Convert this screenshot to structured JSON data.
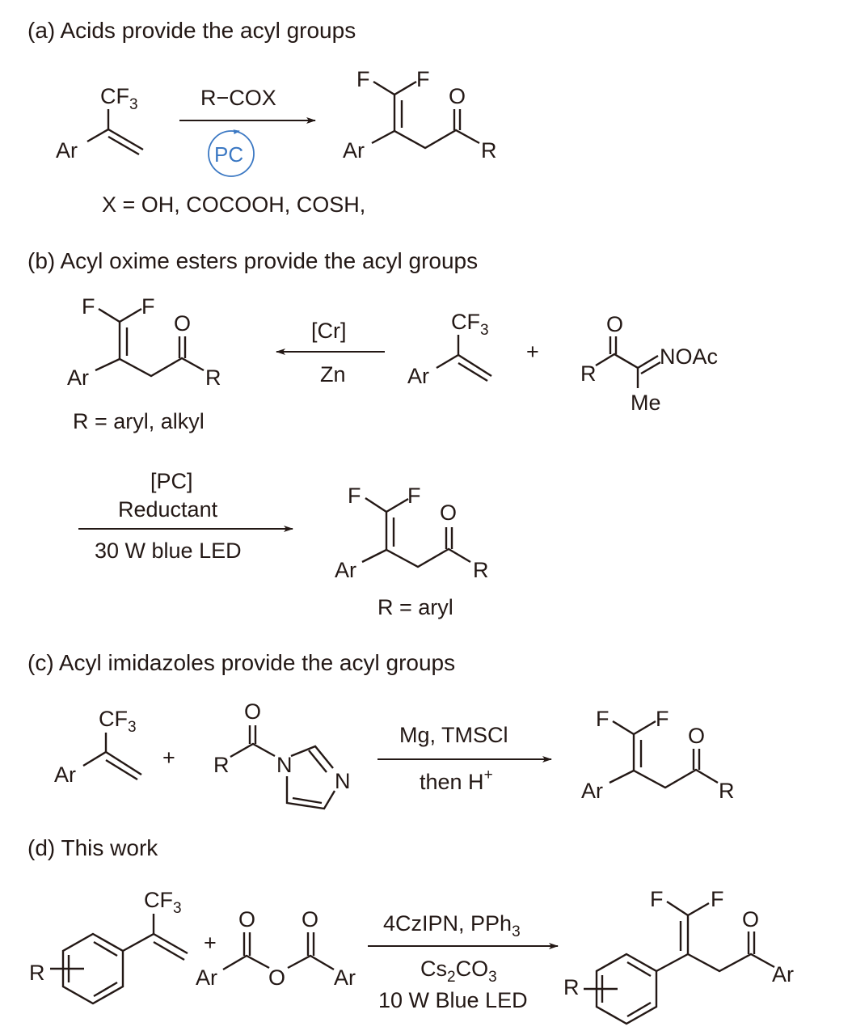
{
  "panels": {
    "a": {
      "title": "(a) Acids provide the acyl groups",
      "substrate": {
        "group": "Ar",
        "cf3": "CF",
        "cf3_sub": "3"
      },
      "reagent": "R−COX",
      "catalyst": "PC",
      "product": {
        "f1": "F",
        "f2": "F",
        "o": "O",
        "ar": "Ar",
        "r": "R"
      },
      "note": "X = OH, COCOOH, COSH,"
    },
    "b": {
      "title": "(b) Acyl oxime esters provide the acyl groups",
      "product": {
        "f1": "F",
        "f2": "F",
        "o": "O",
        "ar": "Ar",
        "r": "R"
      },
      "product_note": "R = aryl, alkyl",
      "above_arrow": "[Cr]",
      "below_arrow": "Zn",
      "substrate": {
        "group": "Ar",
        "cf3": "CF",
        "cf3_sub": "3"
      },
      "plus": "+",
      "oxime": {
        "o": "O",
        "r": "R",
        "noac": "NOAc",
        "me": "Me"
      },
      "second": {
        "cond1": "[PC]",
        "cond2": "Reductant",
        "cond3": "30 W blue LED",
        "product": {
          "f1": "F",
          "f2": "F",
          "o": "O",
          "ar": "Ar",
          "r": "R"
        },
        "product_note": "R = aryl"
      }
    },
    "c": {
      "title": "(c) Acyl imidazoles provide the acyl groups",
      "substrate": {
        "group": "Ar",
        "cf3": "CF",
        "cf3_sub": "3"
      },
      "plus": "+",
      "imidazole": {
        "o": "O",
        "r": "R",
        "n1": "N",
        "n2": "N"
      },
      "above_arrow": "Mg, TMSCl",
      "below_arrow": "then H",
      "below_arrow_sup": "+",
      "product": {
        "f1": "F",
        "f2": "F",
        "o": "O",
        "ar": "Ar",
        "r": "R"
      }
    },
    "d": {
      "title": "(d) This work",
      "substrate": {
        "r": "R",
        "cf3": "CF",
        "cf3_sub": "3"
      },
      "plus": "+",
      "anhydride": {
        "o1": "O",
        "o2": "O",
        "o_bridge": "O",
        "ar1": "Ar",
        "ar2": "Ar"
      },
      "cond1": "4CzIPN, PPh",
      "cond1_sub": "3",
      "cond2_a": "Cs",
      "cond2_sub1": "2",
      "cond2_b": "CO",
      "cond2_sub2": "3",
      "cond3": "10 W Blue LED",
      "product": {
        "f1": "F",
        "f2": "F",
        "o": "O",
        "ar": "Ar",
        "r": "R"
      }
    }
  },
  "colors": {
    "ink": "#231815",
    "catalyst_blue": "#3b78c3"
  }
}
